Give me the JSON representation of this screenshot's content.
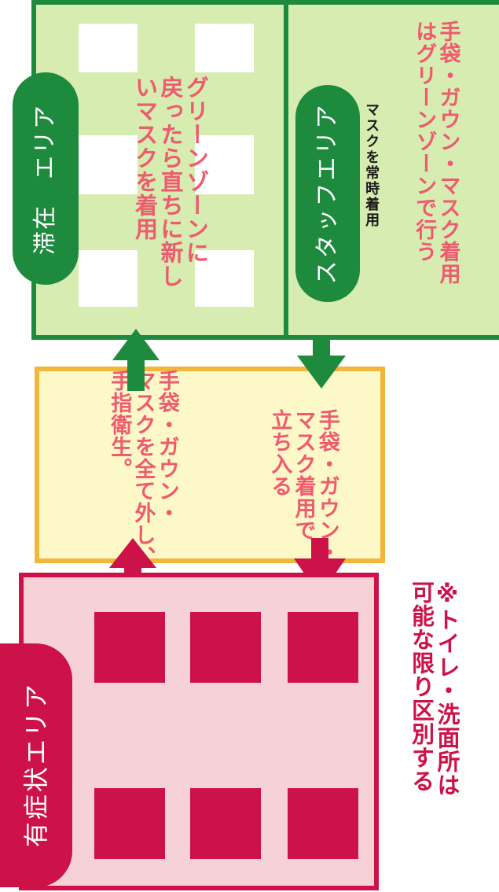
{
  "colors": {
    "green_border": "#1e8a3e",
    "green_fill": "#d6ecb1",
    "green_pill": "#1e8a3e",
    "yellow_border": "#f0b73a",
    "yellow_fill": "#fdf8c8",
    "red": "#cc1248",
    "pink_fill": "#f6d2d8",
    "text_pink": "#ee5a6e",
    "text_black": "#1a1a1a"
  },
  "stay_area": {
    "label": "滞在　エリア",
    "instruction": [
      "グリーンゾーンに",
      "戻ったら直ちに新し",
      "いマスクを着用"
    ]
  },
  "staff_area": {
    "label": "スタッフエリア",
    "note": "マスクを常時着用",
    "instruction": [
      "手袋・ガウン・マスク着用",
      "はグリーンゾーンで行う"
    ]
  },
  "transition_zone": {
    "exit_instruction": [
      "手袋・ガウン・",
      "マスクを全て外し、",
      "手指衛生。"
    ],
    "entry_instruction": [
      "手袋・ガウン・",
      "マスク着用で",
      "立ち入る"
    ]
  },
  "symptomatic_area": {
    "label": "有症状エリア"
  },
  "footnote": [
    "※トイレ・洗面所は",
    "可能な限り区別する"
  ]
}
